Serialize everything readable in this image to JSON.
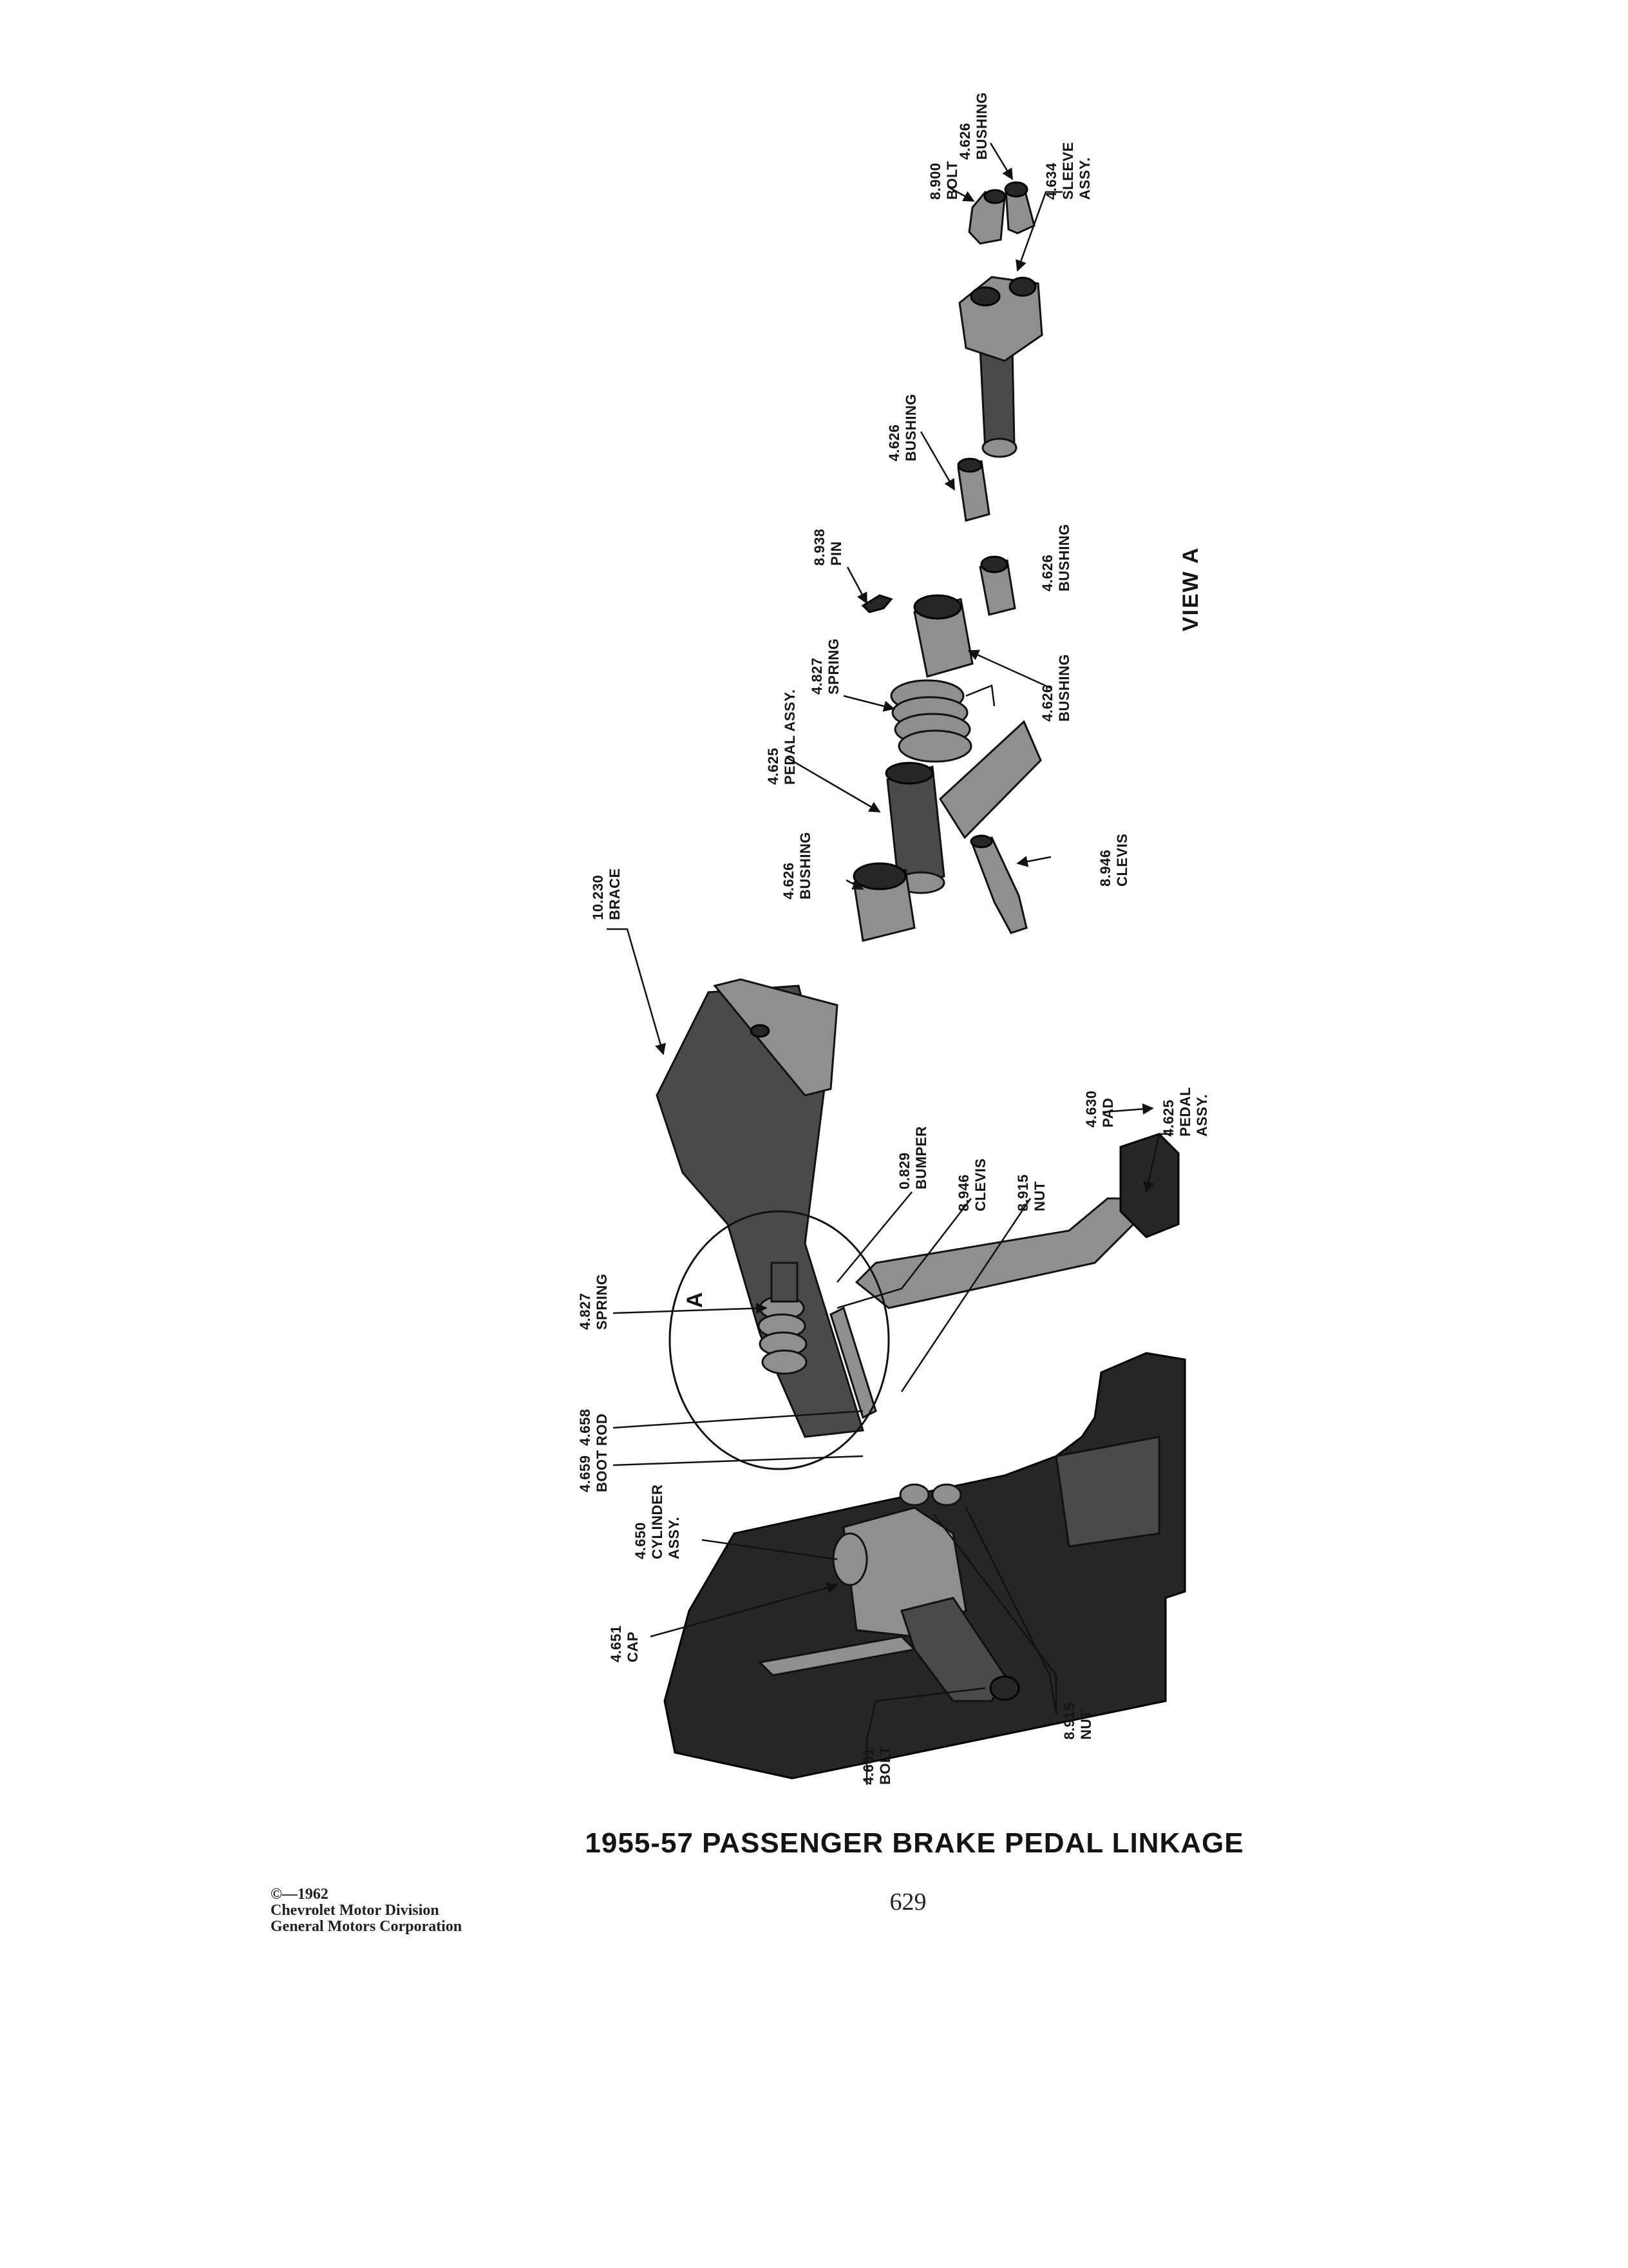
{
  "caption": "1955-57 PASSENGER BRAKE PEDAL LINKAGE",
  "page_number": "629",
  "copyright": {
    "line1": "©—1962",
    "line2": "Chevrolet Motor Division",
    "line3": "General Motors Corporation"
  },
  "view_label": "VIEW A",
  "detail_marker": "A",
  "labels": {
    "bolt_8900": {
      "num": "8.900",
      "name": "BOLT"
    },
    "bushing_top": {
      "num": "4.626",
      "name": "BUSHING"
    },
    "sleeve": {
      "num": "4.634",
      "name1": "SLEEVE",
      "name2": "ASSY."
    },
    "bushing_mid": {
      "num": "4.626",
      "name": "BUSHING"
    },
    "pin": {
      "num": "8.938",
      "name": "PIN"
    },
    "bushing_small": {
      "num": "4.626",
      "name": "BUSHING"
    },
    "bushing_large": {
      "num": "4.626",
      "name": "BUSHING"
    },
    "spring_view": {
      "num": "4.827",
      "name": "SPRING"
    },
    "pedal_view": {
      "num": "4.625",
      "name": "PEDAL ASSY."
    },
    "bushing_left": {
      "num": "4.626",
      "name": "BUSHING"
    },
    "clevis_view": {
      "num": "8.946",
      "name": "CLEVIS"
    },
    "brace": {
      "num": "10.230",
      "name": "BRACE"
    },
    "pad": {
      "num": "4.630",
      "name": "PAD"
    },
    "pedal_main": {
      "num": "4.625",
      "name1": "PEDAL",
      "name2": "ASSY."
    },
    "bumper": {
      "num": "0.829",
      "name": "BUMPER"
    },
    "clevis_main": {
      "num": "8.946",
      "name": "CLEVIS"
    },
    "nut_upper": {
      "num": "8.915",
      "name": "NUT"
    },
    "spring_main": {
      "num": "4.827",
      "name": "SPRING"
    },
    "rod": {
      "num": "4.658",
      "name": "ROD"
    },
    "boot": {
      "num": "4.659",
      "name": "BOOT"
    },
    "cylinder": {
      "num": "4.650",
      "name1": "CYLINDER",
      "name2": "ASSY."
    },
    "cap": {
      "num": "4.651",
      "name": "CAP"
    },
    "bolt_4661": {
      "num": "4.661",
      "name": "BOLT"
    },
    "nut_lower": {
      "num": "8.915",
      "name": "NUT"
    }
  }
}
